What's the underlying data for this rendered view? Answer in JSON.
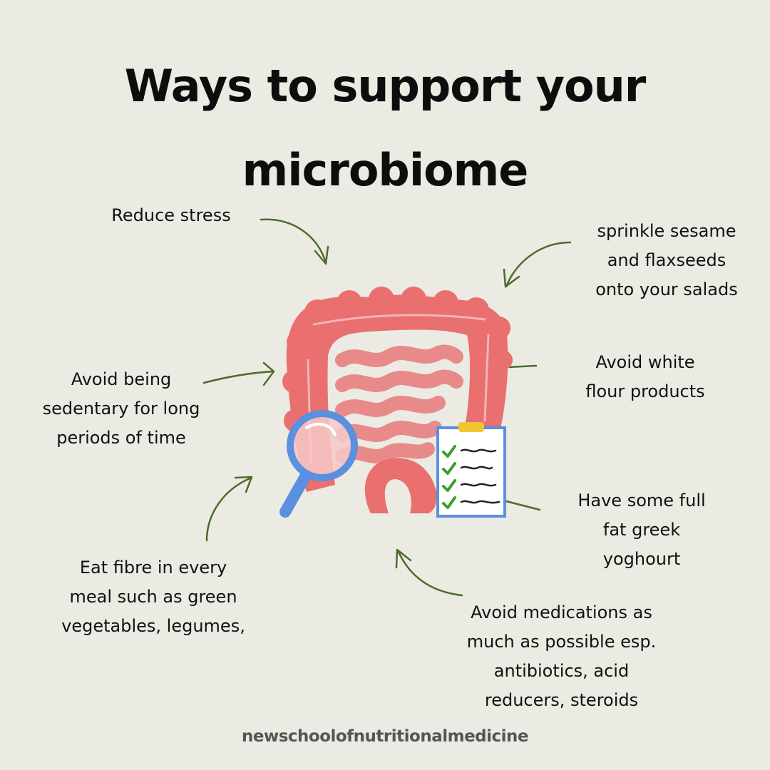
{
  "title": {
    "line1": "Ways to support your",
    "line2": "microbiome"
  },
  "tips": {
    "reduce_stress": "Reduce stress",
    "seeds": "sprinkle sesame\nand flaxseeds\nonto your salads",
    "sedentary": "Avoid being\nsedentary for long\nperiods of time",
    "white_flour": "Avoid white\nflour products",
    "yoghourt": "Have some full\nfat greek\nyoghourt",
    "fibre": "Eat fibre in every\nmeal such as green\nvegetables, legumes,",
    "medications": "Avoid medications as\nmuch as possible esp.\nantibiotics, acid\nreducers, steroids"
  },
  "footer": "newschoolofnutritionalmedicine",
  "colors": {
    "background": "#ebebe3",
    "intestine": "#ea6f6f",
    "intestine_inner": "#f0a0a0",
    "arrow": "#4f6b2a",
    "magnifier": "#5b8fe0",
    "check": "#3aa02a",
    "clip": "#f2c533"
  },
  "icons": [
    "intestine-illustration",
    "magnifier-icon",
    "checklist-icon"
  ]
}
